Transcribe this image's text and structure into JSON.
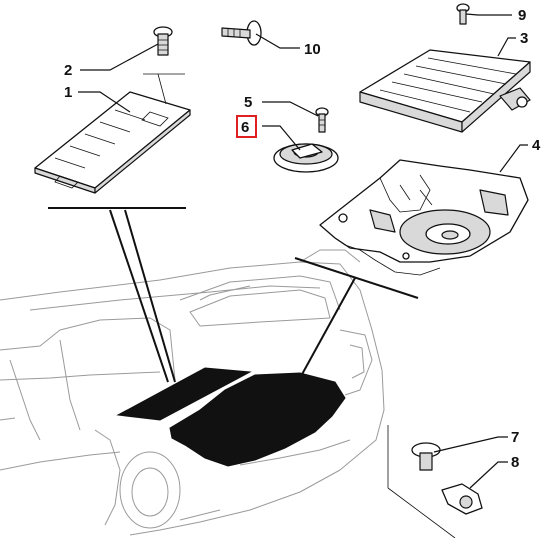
{
  "diagram": {
    "callouts": [
      {
        "id": "1",
        "label": "1"
      },
      {
        "id": "2",
        "label": "2"
      },
      {
        "id": "3",
        "label": "3"
      },
      {
        "id": "4",
        "label": "4"
      },
      {
        "id": "5",
        "label": "5"
      },
      {
        "id": "6",
        "label": "6",
        "highlight_color": "#e02020"
      },
      {
        "id": "7",
        "label": "7"
      },
      {
        "id": "8",
        "label": "8"
      },
      {
        "id": "9",
        "label": "9"
      },
      {
        "id": "10",
        "label": "10"
      }
    ]
  }
}
